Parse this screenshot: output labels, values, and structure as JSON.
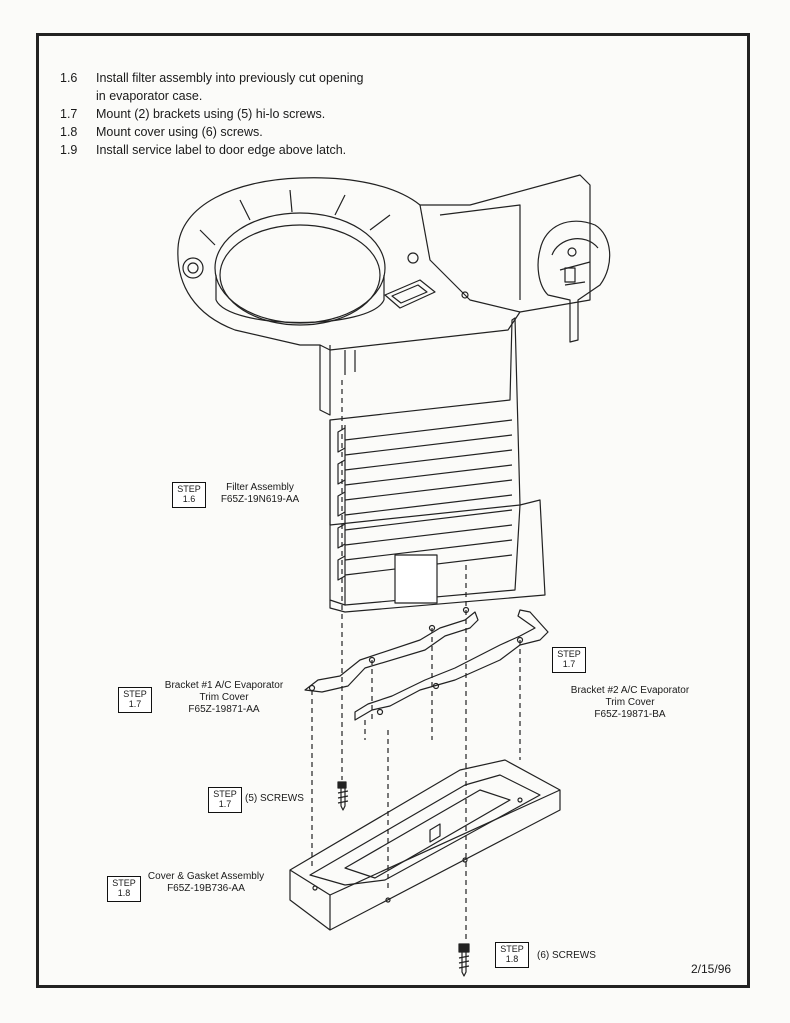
{
  "instructions": [
    {
      "num": "1.6",
      "text": "Install filter assembly into previously cut opening in evaporator case."
    },
    {
      "num": "1.7",
      "text": "Mount (2) brackets using (5) hi-lo screws."
    },
    {
      "num": "1.8",
      "text": "Mount cover using (6) screws."
    },
    {
      "num": "1.9",
      "text": "Install service label to door edge above latch."
    }
  ],
  "step_word": "STEP",
  "callouts": {
    "filter": {
      "step": "1.6",
      "line1": "Filter Assembly",
      "line2": "F65Z-19N619-AA"
    },
    "bracket1": {
      "step": "1.7",
      "line1": "Bracket #1 A/C Evaporator",
      "line2": "Trim Cover",
      "line3": "F65Z-19871-AA"
    },
    "bracket2": {
      "step": "1.7",
      "line1": "Bracket #2 A/C Evaporator",
      "line2": "Trim Cover",
      "line3": "F65Z-19871-BA"
    },
    "screws5": {
      "step": "1.7",
      "label": "(5) SCREWS"
    },
    "cover": {
      "step": "1.8",
      "line1": "Cover & Gasket Assembly",
      "line2": "F65Z-19B736-AA"
    },
    "screws6": {
      "step": "1.8",
      "label": "(6) SCREWS"
    }
  },
  "date": "2/15/96"
}
